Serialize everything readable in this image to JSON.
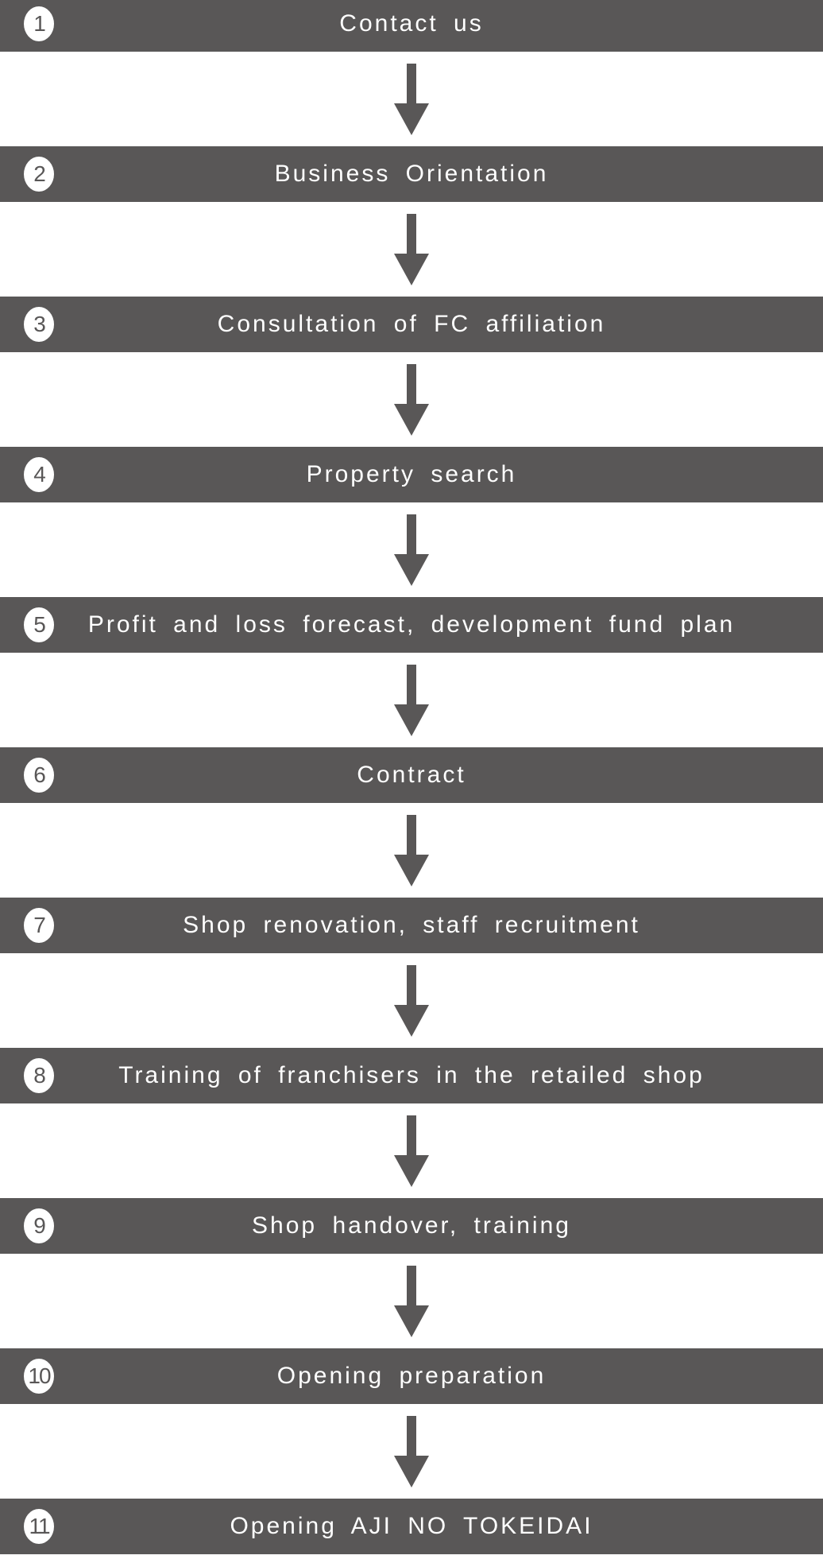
{
  "page": {
    "bg_color": "#ffffff"
  },
  "flowchart": {
    "bar_color": "#595757",
    "label_color": "#ffffff",
    "arrow_color": "#595757",
    "badge_bg": "#ffffff",
    "badge_text_color": "#595757",
    "steps": [
      {
        "number": "1",
        "label": "Contact us"
      },
      {
        "number": "2",
        "label": "Business Orientation"
      },
      {
        "number": "3",
        "label": "Consultation of FC affiliation"
      },
      {
        "number": "4",
        "label": "Property search"
      },
      {
        "number": "5",
        "label": "Profit and loss forecast, development fund plan"
      },
      {
        "number": "6",
        "label": "Contract"
      },
      {
        "number": "7",
        "label": "Shop renovation, staff recruitment"
      },
      {
        "number": "8",
        "label": "Training of franchisers in the retailed shop"
      },
      {
        "number": "9",
        "label": "Shop handover, training"
      },
      {
        "number": "10",
        "label": "Opening preparation"
      },
      {
        "number": "11",
        "label": "Opening AJI NO TOKEIDAI"
      }
    ]
  }
}
